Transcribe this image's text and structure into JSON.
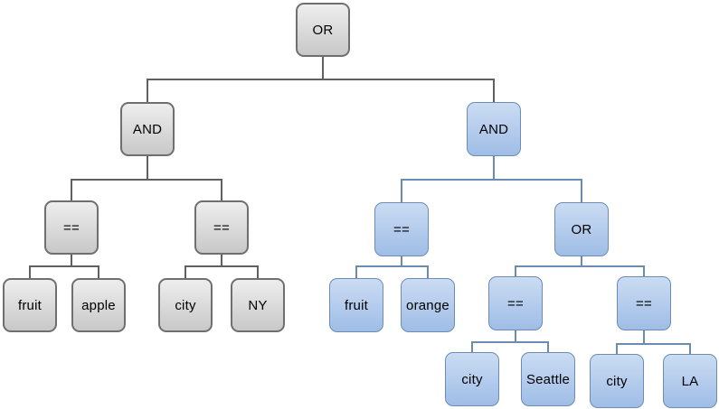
{
  "diagram": {
    "type": "expression-tree",
    "palette": {
      "gray_fill_top": "#eeeeee",
      "gray_fill_bottom": "#c8c8c8",
      "gray_border": "#6f6f6f",
      "gray_line": "#606060",
      "blue_fill_top": "#cbdcf3",
      "blue_fill_bottom": "#9fbde6",
      "blue_border": "#6b8cb4",
      "blue_line": "#6a8cae",
      "text": "#000000",
      "background": "#ffffff"
    },
    "tree": {
      "label": "OR",
      "variant": "gray",
      "children": [
        {
          "label": "AND",
          "variant": "gray",
          "children": [
            {
              "label": "==",
              "variant": "gray",
              "children": [
                {
                  "label": "fruit",
                  "variant": "gray"
                },
                {
                  "label": "apple",
                  "variant": "gray"
                }
              ]
            },
            {
              "label": "==",
              "variant": "gray",
              "children": [
                {
                  "label": "city",
                  "variant": "gray"
                },
                {
                  "label": "NY",
                  "variant": "gray"
                }
              ]
            }
          ]
        },
        {
          "label": "AND",
          "variant": "blue",
          "children": [
            {
              "label": "==",
              "variant": "blue",
              "children": [
                {
                  "label": "fruit",
                  "variant": "blue"
                },
                {
                  "label": "orange",
                  "variant": "blue"
                }
              ]
            },
            {
              "label": "OR",
              "variant": "blue",
              "children": [
                {
                  "label": "==",
                  "variant": "blue",
                  "children": [
                    {
                      "label": "city",
                      "variant": "blue"
                    },
                    {
                      "label": "Seattle",
                      "variant": "blue"
                    }
                  ]
                },
                {
                  "label": "==",
                  "variant": "blue",
                  "children": [
                    {
                      "label": "city",
                      "variant": "blue"
                    },
                    {
                      "label": "LA",
                      "variant": "blue"
                    }
                  ]
                }
              ]
            }
          ]
        }
      ]
    }
  }
}
